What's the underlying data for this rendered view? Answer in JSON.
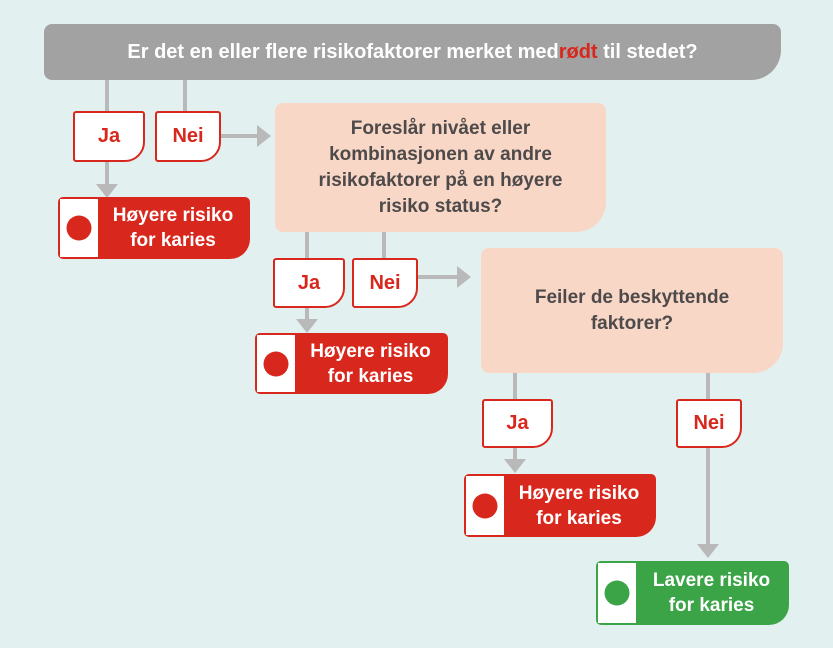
{
  "header": {
    "pre": "Er det en eller flere risikofaktorer merket med",
    "highlight": "rødt",
    "post": " til stedet?"
  },
  "flow": {
    "step1": {
      "yes": "Ja",
      "no": "Nei",
      "outcome_yes": {
        "lines": [
          "Høyere risiko",
          "for karies"
        ]
      }
    },
    "step2": {
      "question_lines": [
        "Foreslår nivået eller",
        "kombinasjonen av andre",
        "risikofaktorer på en høyere",
        "risiko status?"
      ],
      "yes": "Ja",
      "no": "Nei",
      "outcome_yes": {
        "lines": [
          "Høyere risiko",
          "for karies"
        ]
      }
    },
    "step3": {
      "question_lines": [
        "Feiler de beskyttende",
        "faktorer?"
      ],
      "yes": "Ja",
      "no": "Nei",
      "outcome_yes": {
        "lines": [
          "Høyere risiko",
          "for karies"
        ]
      },
      "outcome_no": {
        "lines": [
          "Lavere risiko",
          "for karies"
        ]
      }
    }
  },
  "colors": {
    "background": "#e3f0f0",
    "header_gray": "#a3a2a2",
    "arrow_gray": "#b9b9b9",
    "red": "#d8281d",
    "green": "#3ba447",
    "pink": "#f8d7c7",
    "question_text": "#4e4a4a"
  }
}
